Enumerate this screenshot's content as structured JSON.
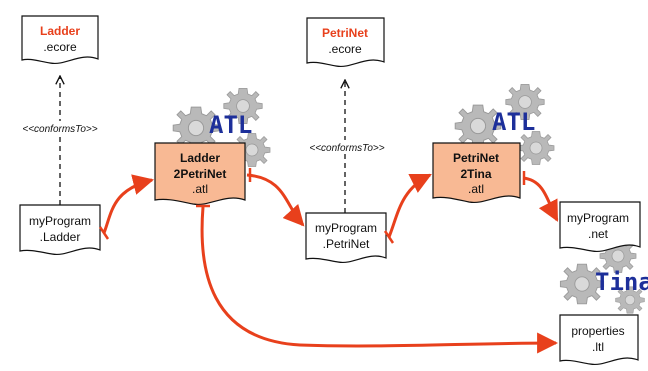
{
  "documents": {
    "ladder_ecore": {
      "title": "Ladder",
      "ext": ".ecore"
    },
    "petrinet_ecore": {
      "title": "PetriNet",
      "ext": ".ecore"
    },
    "program_ladder": {
      "line1": "myProgram",
      "line2": ".Ladder"
    },
    "program_petrinet": {
      "line1": "myProgram",
      "line2": ".PetriNet"
    },
    "program_net": {
      "line1": "myProgram",
      "line2": ".net"
    },
    "properties": {
      "line1": "properties",
      "line2": ".ltl"
    }
  },
  "transformations": {
    "ladder2petrinet": {
      "line1": "Ladder",
      "line2": "2PetriNet",
      "ext": ".atl"
    },
    "petrinet2tina": {
      "line1": "PetriNet",
      "line2": "2Tina",
      "ext": ".atl"
    }
  },
  "tools": {
    "atl_left": "ATL",
    "atl_right": "ATL",
    "tina": "Tina"
  },
  "relations": {
    "conforms_left": "<<conformsTo>>",
    "conforms_right": "<<conformsTo>>"
  },
  "colors": {
    "arrow": "#e8401c",
    "doc_title": "#e8401c",
    "atl_fill": "#f8b994",
    "gear": "#b9b9b9",
    "tool_text": "#1d2f9a"
  }
}
